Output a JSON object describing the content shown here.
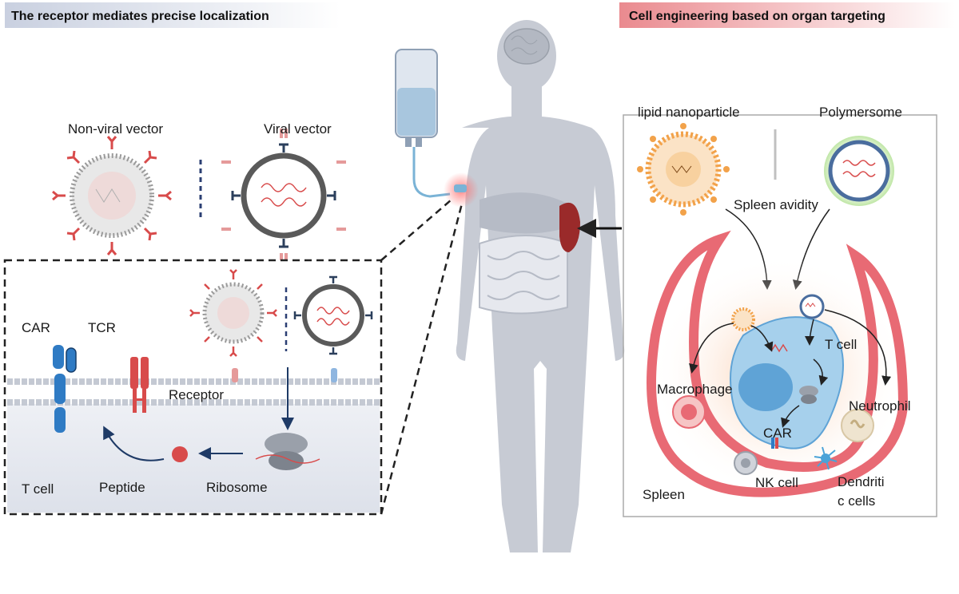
{
  "left_panel": {
    "header": "The receptor mediates precise localization",
    "non_viral_vector": "Non-viral vector",
    "viral_vector": "Viral vector",
    "car": "CAR",
    "tcr": "TCR",
    "receptor": "Receptor",
    "t_cell": "T cell",
    "peptide": "Peptide",
    "ribosome": "Ribosome"
  },
  "right_panel": {
    "header": "Cell engineering based on organ targeting",
    "lipid_nanoparticle": "lipid nanoparticle",
    "polymersome": "Polymersome",
    "spleen_avidity": "Spleen avidity",
    "t_cell": "T cell",
    "macrophage": "Macrophage",
    "neutrophil": "Neutrophil",
    "car": "CAR",
    "nk_cell": "NK cell",
    "dendritic_line1": "Dendriti",
    "dendritic_line2": "c cells",
    "spleen": "Spleen"
  },
  "colors": {
    "lnp_orange": "#f2a24a",
    "receptor_red": "#d84b4b",
    "car_blue": "#2f7bc4",
    "vessel_pink": "#e86a74",
    "body_gray": "#c7cbd4",
    "spleen_red": "#9a2a2a"
  }
}
